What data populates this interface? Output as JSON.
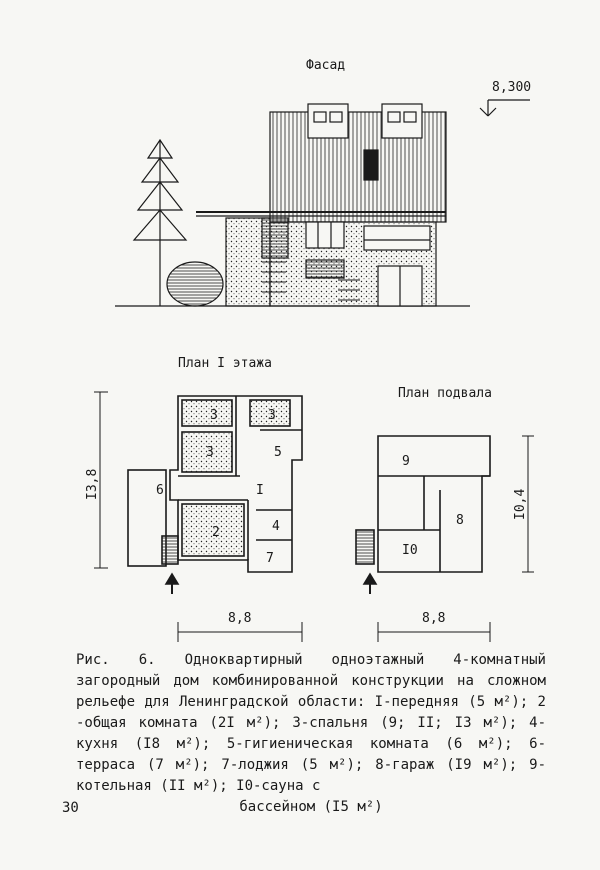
{
  "facade": {
    "title": "Фасад",
    "elevation": "8,300"
  },
  "plan_first": {
    "title": "План I этажа",
    "dim_width": "8,8",
    "dim_depth": "I3,8",
    "rooms": [
      "3",
      "3",
      "3",
      "5",
      "6",
      "I",
      "2",
      "4",
      "7"
    ]
  },
  "plan_basement": {
    "title": "План подвала",
    "dim_width": "8,8",
    "dim_depth": "I0,4",
    "rooms": [
      "9",
      "8",
      "I0"
    ]
  },
  "caption": {
    "line1": "Рис. 6. Одноквартирный одноэтажный 4-комнатный загородный дом комбинированной конструкции на сложном рельефе для Ленинградской области: I-передняя (5 м²); 2 -общая комната (2I м²); 3-спальня (9; II; I3 м²); 4-кухня (I8 м²); 5-гигиеническая комната (6 м²); 6-терраса (7 м²); 7-лоджия (5 м²); 8-гараж (I9 м²); 9-котельная (II м²);  I0-сауна с",
    "line2": "бассейном (I5 м²)"
  },
  "page_number": "30"
}
